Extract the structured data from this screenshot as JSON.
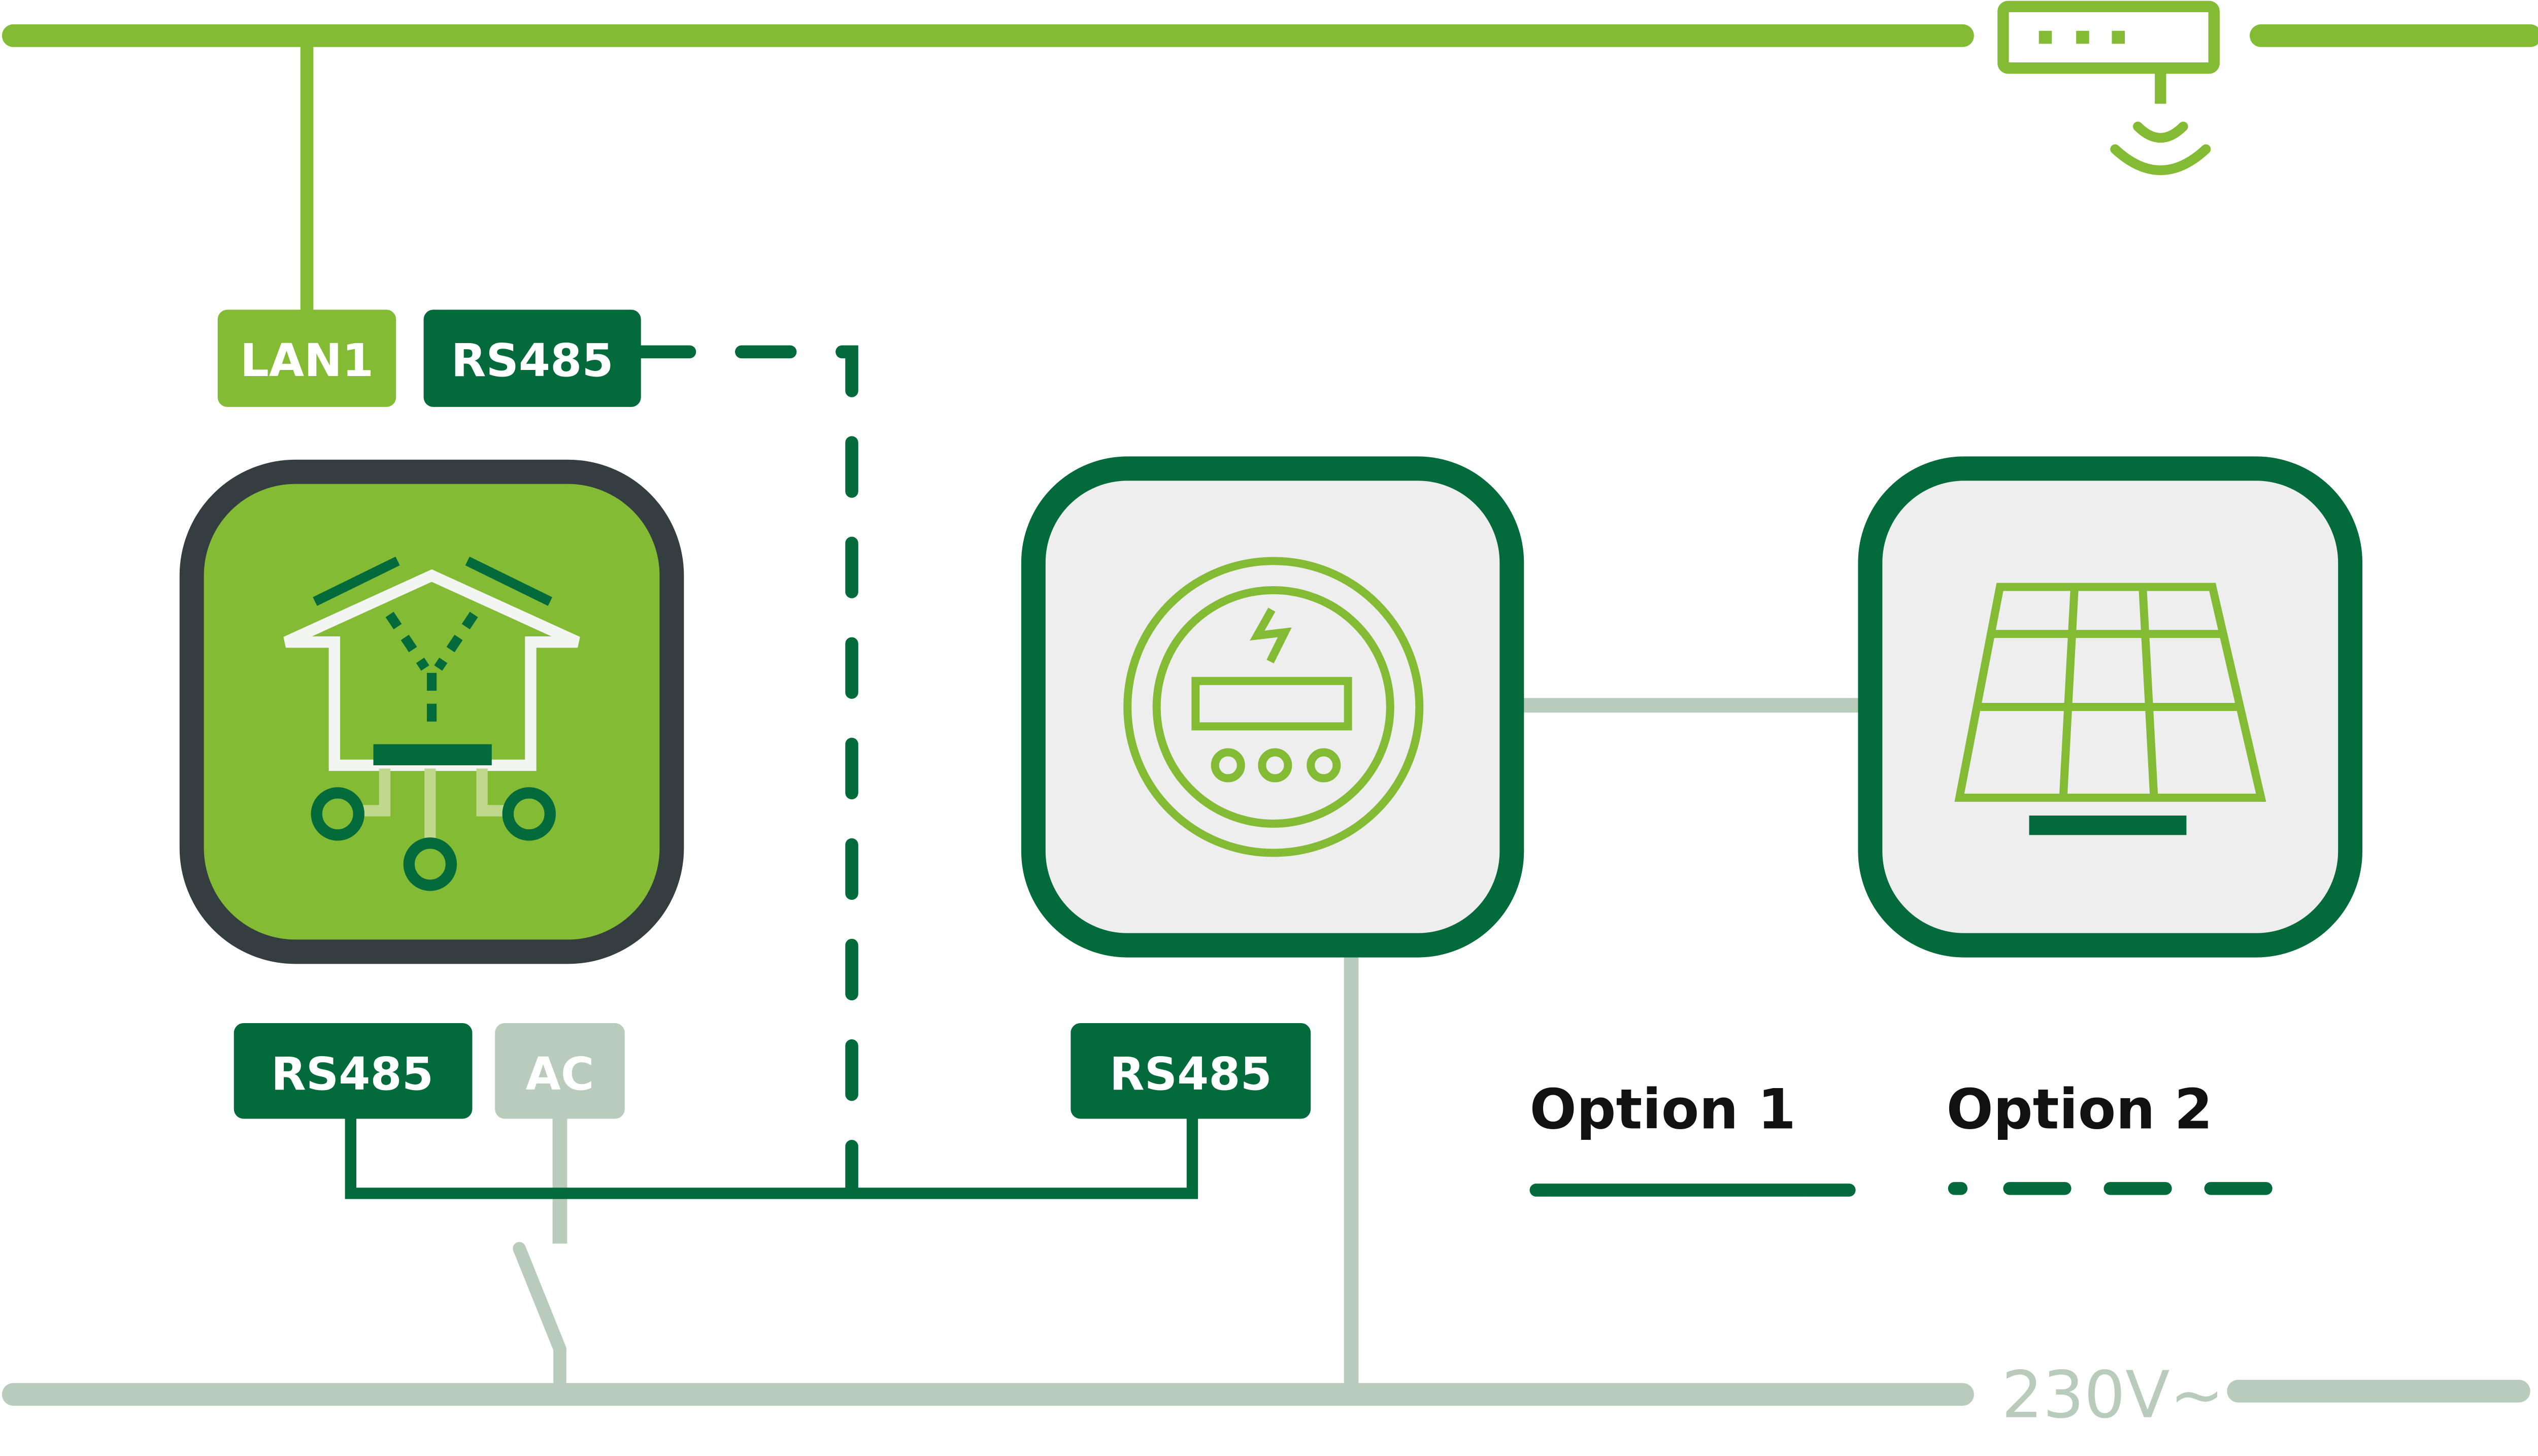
{
  "labels": {
    "lan1": "LAN1",
    "rs485_top": "RS485",
    "rs485_controller": "RS485",
    "ac": "AC",
    "rs485_meter": "RS485"
  },
  "legend": {
    "option1": "Option 1",
    "option2": "Option 2"
  },
  "voltage": "230V~",
  "colors": {
    "light_green": "#84bb34",
    "dark_green": "#036b3b",
    "dark_gray": "#343d40",
    "grid_gray": "#b9cbbb",
    "box_fill": "#eeeeee"
  },
  "icons": [
    "router-icon",
    "wifi-icon",
    "smart-home-controller-icon",
    "energy-meter-icon",
    "solar-panel-icon",
    "switch-icon"
  ]
}
